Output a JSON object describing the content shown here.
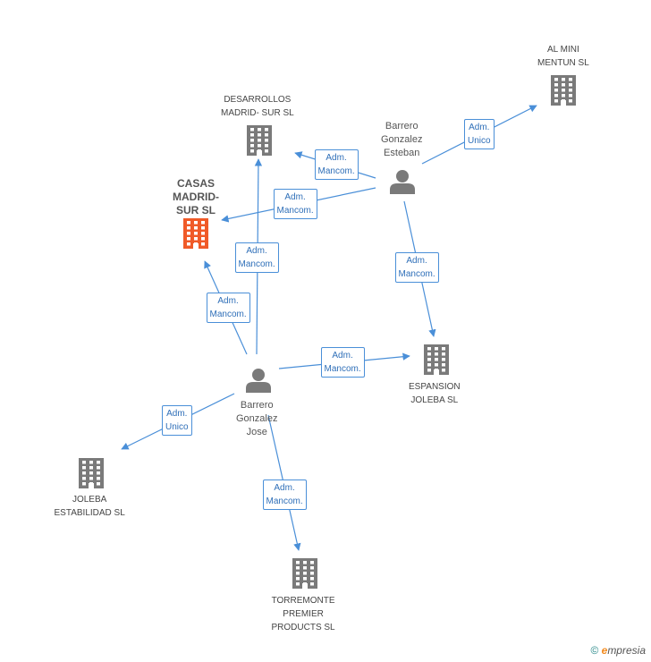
{
  "companies": [
    {
      "id": "casas",
      "label": "CASAS\nMADRID-\nSUR SL",
      "color": "#f05a28",
      "bold": true,
      "icon": "building-icon"
    },
    {
      "id": "desarrollos",
      "label": "DESARROLLOS\nMADRID- SUR SL",
      "color": "#7a7a7a",
      "icon": "building-icon"
    },
    {
      "id": "almini",
      "label": "AL MINI\nMENTUN SL",
      "color": "#7a7a7a",
      "icon": "building-icon"
    },
    {
      "id": "espansion",
      "label": "ESPANSION\nJOLEBA SL",
      "color": "#7a7a7a",
      "icon": "building-icon"
    },
    {
      "id": "joleba",
      "label": "JOLEBA\nESTABILIDAD SL",
      "color": "#7a7a7a",
      "icon": "building-icon"
    },
    {
      "id": "torremonte",
      "label": "TORREMONTE\nPREMIER\nPRODUCTS SL",
      "color": "#7a7a7a",
      "icon": "building-icon"
    }
  ],
  "persons": [
    {
      "id": "esteban",
      "label": "Barrero\nGonzalez\nEsteban",
      "icon": "person-icon"
    },
    {
      "id": "jose",
      "label": "Barrero\nGonzalez\nJose",
      "icon": "person-icon"
    }
  ],
  "edges": [
    {
      "id": "e1",
      "label": "Adm.\nUnico"
    },
    {
      "id": "e2",
      "label": "Adm.\nMancom."
    },
    {
      "id": "e3",
      "label": "Adm.\nMancom."
    },
    {
      "id": "e4",
      "label": "Adm.\nMancom."
    },
    {
      "id": "e5",
      "label": "Adm.\nMancom."
    },
    {
      "id": "e6",
      "label": "Adm.\nMancom."
    },
    {
      "id": "e7",
      "label": "Adm.\nMancom."
    },
    {
      "id": "e8",
      "label": "Adm.\nUnico"
    },
    {
      "id": "e9",
      "label": "Adm.\nMancom."
    }
  ],
  "brand": {
    "copyright": "©",
    "e": "e",
    "rest": "mpresia"
  },
  "colors": {
    "edge": "#4a8fd8",
    "focus": "#f05a28",
    "building": "#7a7a7a",
    "person": "#7a7a7a"
  }
}
